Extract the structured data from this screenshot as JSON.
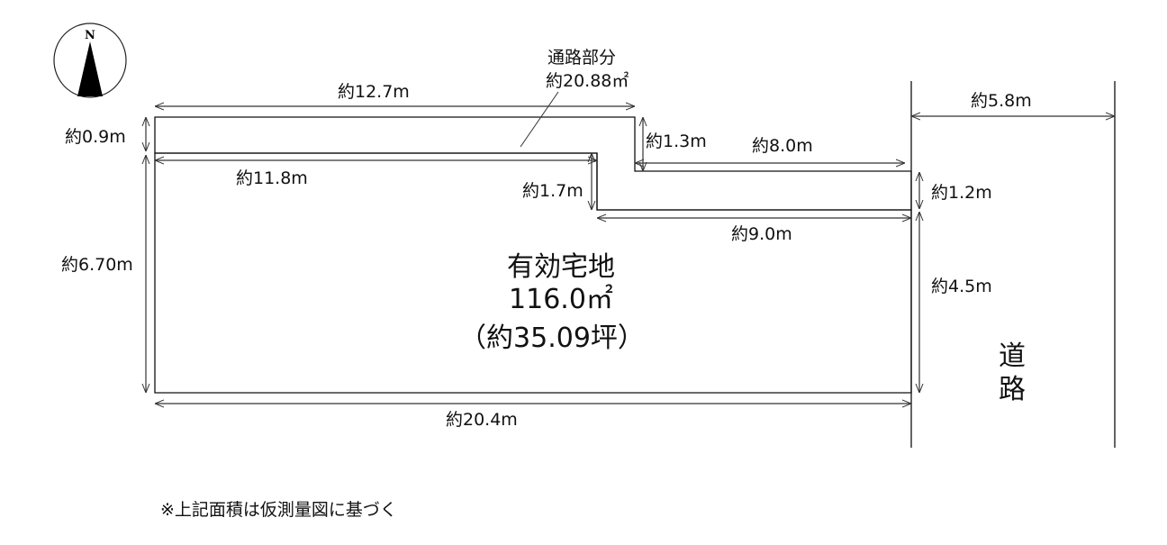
{
  "compass": {
    "north_label": "N"
  },
  "passage": {
    "title": "通路部分",
    "area": "約20.88㎡"
  },
  "dimensions": {
    "top_width": "約12.7m",
    "left_passage_height": "約0.9m",
    "inner_top_width": "約11.8m",
    "step_height_left": "約1.7m",
    "step_height_right": "約1.3m",
    "right_passage_top_width": "約8.0m",
    "right_passage_height": "約1.2m",
    "right_lower_width": "約9.0m",
    "lot_left_height": "約6.70m",
    "lot_right_height": "約4.5m",
    "bottom_width": "約20.4m",
    "road_width": "約5.8m"
  },
  "lot": {
    "title": "有効宅地",
    "area": "116.0㎡",
    "tsubo": "（約35.09坪）"
  },
  "road": {
    "label_line1": "道",
    "label_line2": "路"
  },
  "note": "※上記面積は仮測量図に基づく",
  "colors": {
    "lot_fill": "#fdfbe6",
    "hatch": "#c8c8c8"
  }
}
